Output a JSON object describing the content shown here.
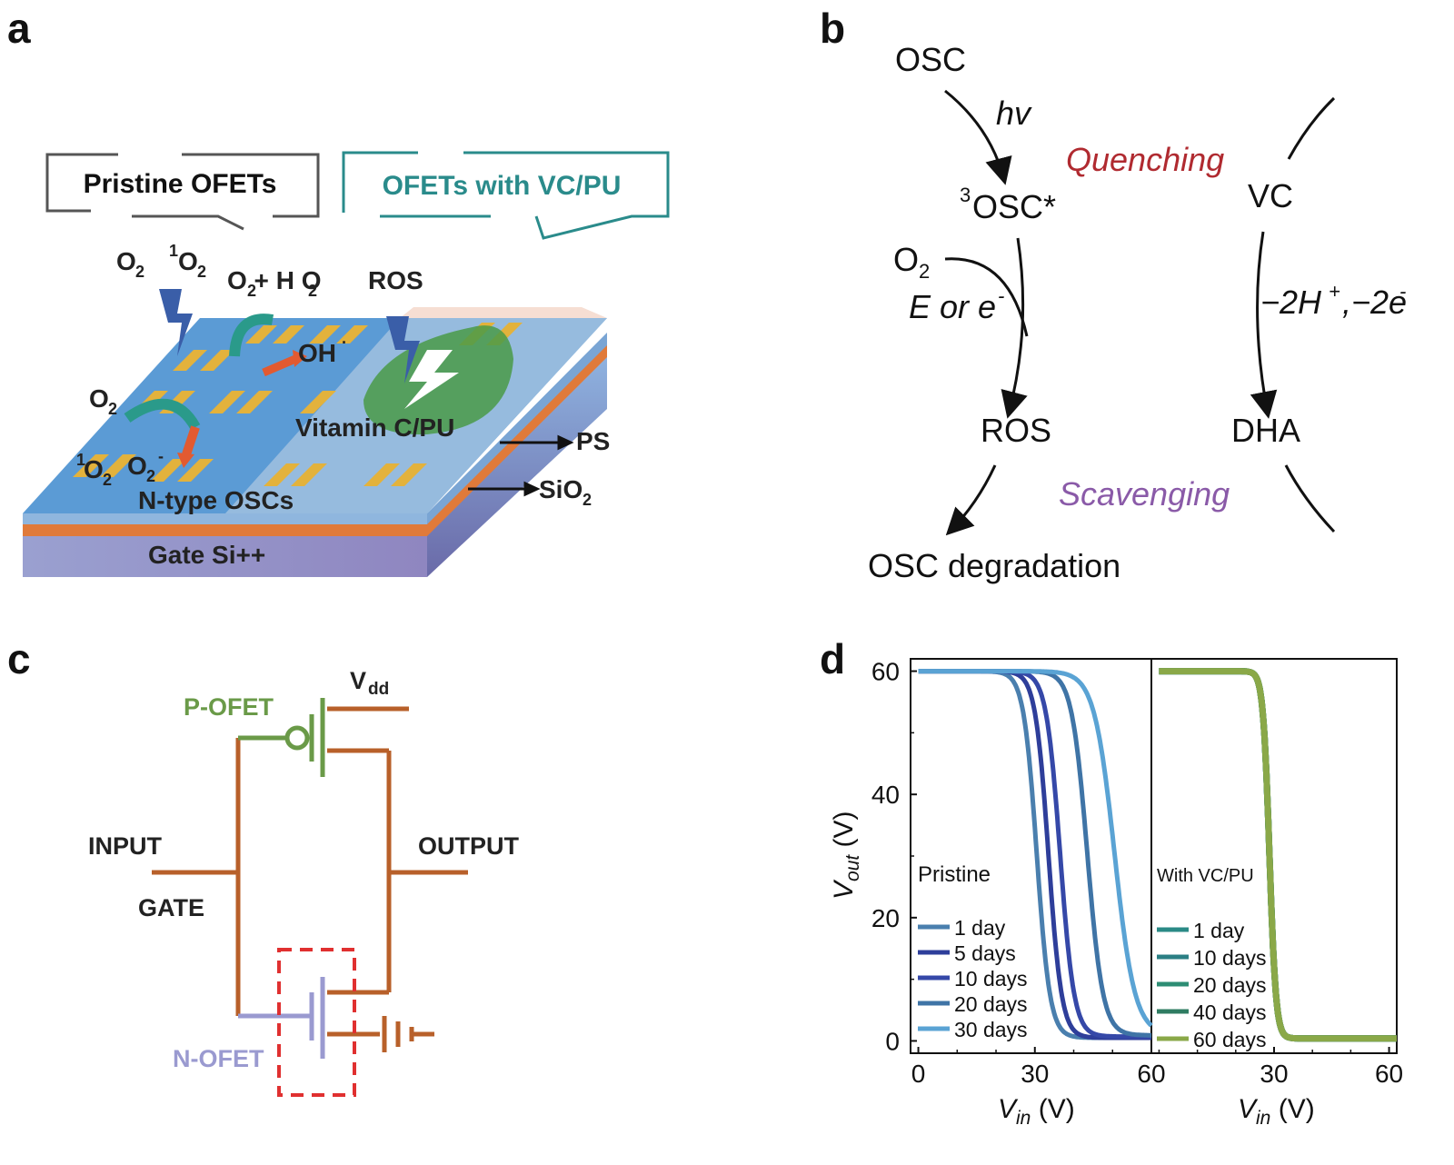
{
  "panel_labels": {
    "a": "a",
    "b": "b",
    "c": "c",
    "d": "d"
  },
  "panel_a": {
    "box_pristine": "Pristine OFETs",
    "box_vcpu": "OFETs with VC/PU",
    "o2_1": "O",
    "singlet_o2": "O",
    "o2_h2o": "O + H O",
    "ros": "ROS",
    "oh": "OH",
    "o2_2": "O",
    "singlet_o2_b": "O",
    "superoxide": "O",
    "vitamin": "Vitamin C/PU",
    "ntype": "N-type OSCs",
    "gate": "Gate Si++",
    "ps": "PS",
    "sio2": "SiO",
    "colors": {
      "top_blue": "#5b9bd5",
      "layer_orange": "#e07a3a",
      "gate_purple": "#8f8fc8",
      "electrode": "#e3b23c",
      "teal_box": "#2a8b8b",
      "green_drop": "#4a9a48"
    }
  },
  "panel_b": {
    "osc": "OSC",
    "hv": "hv",
    "triplet": "OSC*",
    "triplet_sup": "3",
    "quenching": "Quenching",
    "vc": "VC",
    "o2": "O",
    "o2_sub": "2",
    "e_or_e": "E or e",
    "minus": "-",
    "minus2h": "−2H",
    "plus": "+",
    "minus2e": ",−2e",
    "ros": "ROS",
    "dha": "DHA",
    "scavenging": "Scavenging",
    "degradation": "OSC degradation",
    "colors": {
      "quenching": "#b02a30",
      "scavenging": "#8a5aa8"
    }
  },
  "panel_c": {
    "vdd": "V",
    "vdd_sub": "dd",
    "p_ofet": "P-OFET",
    "input": "INPUT",
    "gate": "GATE",
    "output": "OUTPUT",
    "n_ofet": "N-OFET",
    "colors": {
      "wire": "#b8602a",
      "p": "#6a9a48",
      "n": "#9a9ad0",
      "box": "#e03030"
    }
  },
  "panel_d": {
    "ylabel_v": "V",
    "ylabel_sub": "out",
    "ylabel_unit": " (V)",
    "xlabel_v": "V",
    "xlabel_sub": "in",
    "xlabel_unit": " (V)",
    "left_legend_title": "Pristine",
    "right_legend_title": "With VC/PU"
  },
  "chart_data": [
    {
      "type": "line",
      "title": "",
      "xlabel": "Vin (V)",
      "ylabel": "Vout (V)",
      "xlim": [
        -2,
        60
      ],
      "ylim": [
        -2,
        62
      ],
      "xticks": [
        0,
        30,
        60
      ],
      "yticks": [
        0,
        20,
        40,
        60
      ],
      "legend_title": "Pristine",
      "series": [
        {
          "name": "1  day",
          "color": "#4a7fae",
          "midpoint": 30.5,
          "steepness": 1.7,
          "low": 0.5
        },
        {
          "name": " 5 days",
          "color": "#2e3e9a",
          "midpoint": 33.5,
          "steepness": 1.7,
          "low": 0.5
        },
        {
          "name": "10 days",
          "color": "#3548a8",
          "midpoint": 36.5,
          "steepness": 1.8,
          "low": 0.7
        },
        {
          "name": "20 days",
          "color": "#3f74a6",
          "midpoint": 43.5,
          "steepness": 2.0,
          "low": 0.9
        },
        {
          "name": "30 days",
          "color": "#5aa3d4",
          "midpoint": 50.5,
          "steepness": 2.6,
          "low": 1.0
        }
      ]
    },
    {
      "type": "line",
      "title": "",
      "xlabel": "Vin (V)",
      "ylabel": "",
      "xlim": [
        -2,
        62
      ],
      "ylim": [
        -2,
        62
      ],
      "xticks": [
        30,
        60
      ],
      "legend_title": "With VC/PU",
      "series": [
        {
          "name": "1 day",
          "color": "#2a8a86",
          "midpoint": 28.8,
          "steepness": 0.85,
          "low": 0.4
        },
        {
          "name": "10 days",
          "color": "#2b7f84",
          "midpoint": 28.8,
          "steepness": 0.85,
          "low": 0.4
        },
        {
          "name": "20 days",
          "color": "#2d8d74",
          "midpoint": 28.8,
          "steepness": 0.85,
          "low": 0.4
        },
        {
          "name": "40 days",
          "color": "#2f7c62",
          "midpoint": 28.8,
          "steepness": 0.85,
          "low": 0.4
        },
        {
          "name": "60 days",
          "color": "#8aa848",
          "midpoint": 28.8,
          "steepness": 0.85,
          "low": 0.4
        }
      ]
    }
  ]
}
